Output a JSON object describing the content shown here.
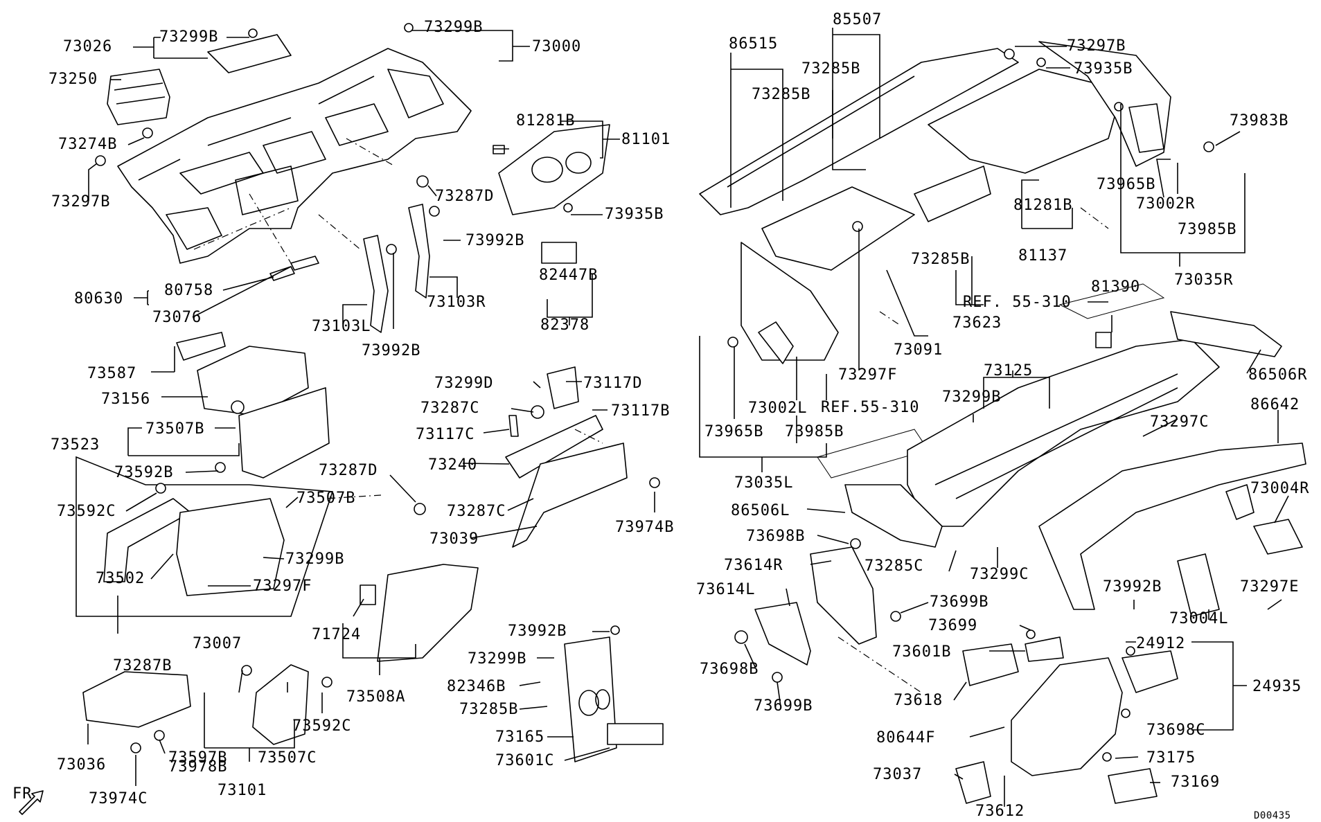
{
  "diagram_id": "D00435",
  "direction_label": "FR",
  "labels": {
    "l73026": "73026",
    "l73299B_a": "73299B",
    "l73299B_b": "73299B",
    "l73000": "73000",
    "l73250": "73250",
    "l73274B": "73274B",
    "l73297B_a": "73297B",
    "l80630": "80630",
    "l80758": "80758",
    "l73076": "73076",
    "l73287D_a": "73287D",
    "l81281B_a": "81281B",
    "l81101": "81101",
    "l73935B_a": "73935B",
    "l73992B_a": "73992B",
    "l82447B": "82447B",
    "l82378": "82378",
    "l73103R": "73103R",
    "l73103L": "73103L",
    "l73992B_b": "73992B",
    "l73587": "73587",
    "l73156": "73156",
    "l73523": "73523",
    "l73507B_a": "73507B",
    "l73592B": "73592B",
    "l73287D_b": "73287D",
    "l73592C_a": "73592C",
    "l73507B_b": "73507B",
    "l73502": "73502",
    "l73299B_c": "73299B",
    "l73297F_a": "73297F",
    "l73007": "73007",
    "l73287B": "73287B",
    "l73299D": "73299D",
    "l73117D": "73117D",
    "l73287C_a": "73287C",
    "l73117B": "73117B",
    "l73117C": "73117C",
    "l73240": "73240",
    "l73287C_b": "73287C",
    "l73974B": "73974B",
    "l73039": "73039",
    "l71724": "71724",
    "l73508A": "73508A",
    "l73036": "73036",
    "l73597B": "73597B",
    "l73507C": "73507C",
    "l73592C_b": "73592C",
    "l73978B": "73978B",
    "l73974C": "73974C",
    "l73101": "73101",
    "l73992B_c": "73992B",
    "l73299B_d": "73299B",
    "l82346B": "82346B",
    "l73285B_a": "73285B",
    "l73165": "73165",
    "l73601C": "73601C",
    "l86515": "86515",
    "l85507": "85507",
    "l73285B_b": "73285B",
    "l73285B_c": "73285B",
    "l73297B_b": "73297B",
    "l73935B_b": "73935B",
    "l73983B": "73983B",
    "l73965B_a": "73965B",
    "l73002R": "73002R",
    "l81281B_b": "81281B",
    "l73985B_a": "73985B",
    "l81137": "81137",
    "l73285B_d": "73285B",
    "l73035R": "73035R",
    "l73623": "73623",
    "l81390": "81390",
    "lREF1": "REF. 55-310",
    "l73091": "73091",
    "l73297F_b": "73297F",
    "l73002L": "73002L",
    "lREF2": "REF.55-310",
    "l73125": "73125",
    "l73299B_e": "73299B",
    "l86506R": "86506R",
    "l73965B_b": "73965B",
    "l73985B_b": "73985B",
    "l73035L": "73035L",
    "l86642": "86642",
    "l73297C": "73297C",
    "l73004R": "73004R",
    "l86506L": "86506L",
    "l73698B_a": "73698B",
    "l73614R": "73614R",
    "l73285C": "73285C",
    "l73299C": "73299C",
    "l73614L": "73614L",
    "l73699B_a": "73699B",
    "l73699": "73699",
    "l73992B_d": "73992B",
    "l73004L": "73004L",
    "l73297E": "73297E",
    "l73698B_b": "73698B",
    "l73699B_b": "73699B",
    "l73601B": "73601B",
    "l24912": "24912",
    "l24935": "24935",
    "l73618": "73618",
    "l80644F": "80644F",
    "l73698C": "73698C",
    "l73037": "73037",
    "l73175": "73175",
    "l73612": "73612",
    "l73169": "73169"
  }
}
